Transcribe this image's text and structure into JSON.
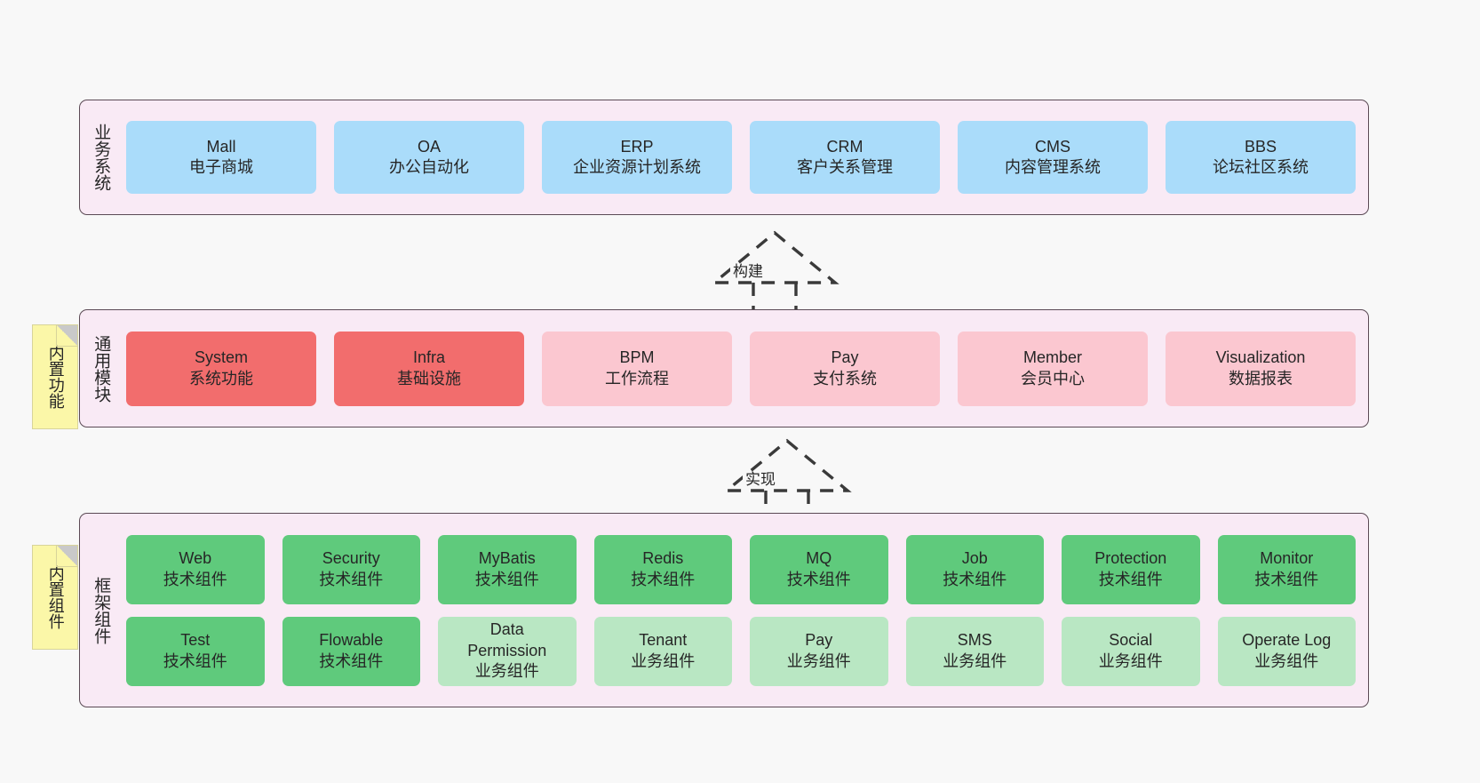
{
  "diagram": {
    "background_color": "#f8f8f8",
    "layers": [
      {
        "id": "business-systems",
        "title": "业务系统",
        "band_color": "#f9eaf5",
        "rows": [
          {
            "style": "c-blue",
            "height_class": "h-biz",
            "cards": [
              {
                "name": "Mall",
                "desc": "电子商城"
              },
              {
                "name": "OA",
                "desc": "办公自动化"
              },
              {
                "name": "ERP",
                "desc": "企业资源计划系统"
              },
              {
                "name": "CRM",
                "desc": "客户关系管理"
              },
              {
                "name": "CMS",
                "desc": "内容管理系统"
              },
              {
                "name": "BBS",
                "desc": "论坛社区系统"
              }
            ]
          }
        ]
      },
      {
        "id": "common-modules",
        "title": "通用模块",
        "note": "内置功能",
        "band_color": "#f9eaf5",
        "rows": [
          {
            "height_class": "h-common",
            "cards": [
              {
                "name": "System",
                "desc": "系统功能",
                "style": "c-red"
              },
              {
                "name": "Infra",
                "desc": "基础设施",
                "style": "c-red"
              },
              {
                "name": "BPM",
                "desc": "工作流程",
                "style": "c-pink"
              },
              {
                "name": "Pay",
                "desc": "支付系统",
                "style": "c-pink"
              },
              {
                "name": "Member",
                "desc": "会员中心",
                "style": "c-pink"
              },
              {
                "name": "Visualization",
                "desc": "数据报表",
                "style": "c-pink"
              }
            ]
          }
        ]
      },
      {
        "id": "framework-components",
        "title": "框架组件",
        "note": "内置组件",
        "band_color": "#f9eaf5",
        "rows": [
          {
            "style": "c-green",
            "height_class": "h-frame",
            "cards": [
              {
                "name": "Web",
                "desc": "技术组件"
              },
              {
                "name": "Security",
                "desc": "技术组件"
              },
              {
                "name": "MyBatis",
                "desc": "技术组件"
              },
              {
                "name": "Redis",
                "desc": "技术组件"
              },
              {
                "name": "MQ",
                "desc": "技术组件"
              },
              {
                "name": "Job",
                "desc": "技术组件"
              },
              {
                "name": "Protection",
                "desc": "技术组件"
              },
              {
                "name": "Monitor",
                "desc": "技术组件"
              }
            ]
          },
          {
            "height_class": "h-frame",
            "cards": [
              {
                "name": "Test",
                "desc": "技术组件",
                "style": "c-green"
              },
              {
                "name": "Flowable",
                "desc": "技术组件",
                "style": "c-green"
              },
              {
                "name": "Data Permission",
                "desc": "业务组件",
                "style": "c-greenlight"
              },
              {
                "name": "Tenant",
                "desc": "业务组件",
                "style": "c-greenlight"
              },
              {
                "name": "Pay",
                "desc": "业务组件",
                "style": "c-greenlight"
              },
              {
                "name": "SMS",
                "desc": "业务组件",
                "style": "c-greenlight"
              },
              {
                "name": "Social",
                "desc": "业务组件",
                "style": "c-greenlight"
              },
              {
                "name": "Operate Log",
                "desc": "业务组件",
                "style": "c-greenlight"
              }
            ]
          }
        ]
      }
    ],
    "connectors": [
      {
        "id": "build",
        "label": "构建",
        "from": "common-modules",
        "to": "business-systems",
        "style": "dashed-generalization"
      },
      {
        "id": "implement",
        "label": "实现",
        "from": "framework-components",
        "to": "common-modules",
        "style": "dashed-generalization"
      }
    ]
  }
}
